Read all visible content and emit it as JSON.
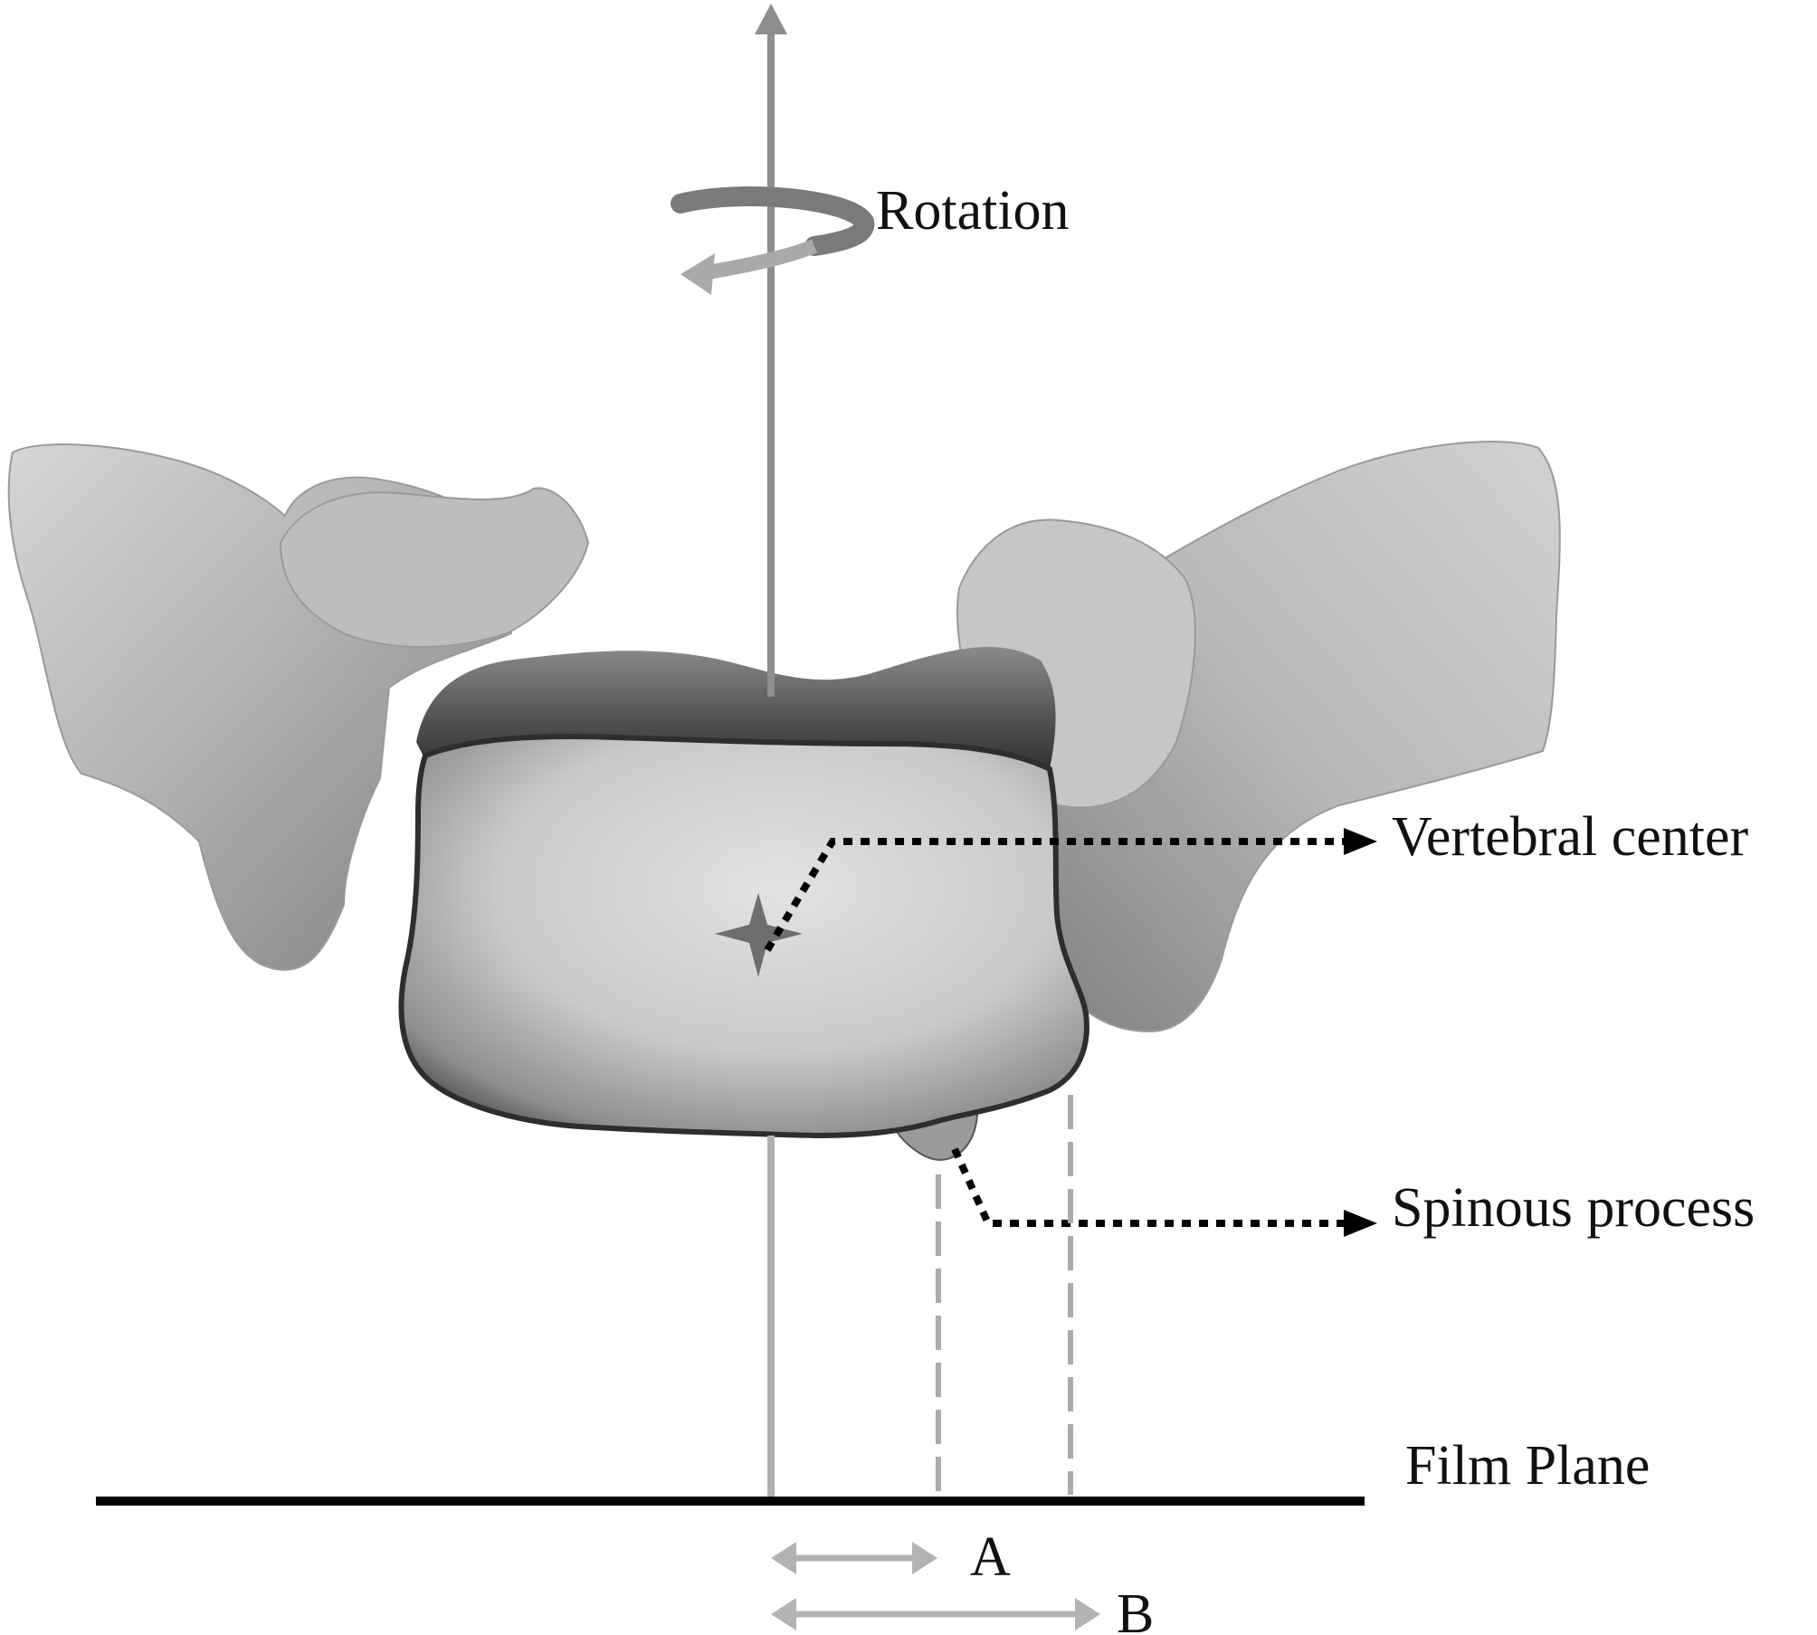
{
  "labels": {
    "rotation": "Rotation",
    "vertebral_center": "Vertebral center",
    "spinous_process": "Spinous process",
    "film_plane": "Film Plane",
    "a": "A",
    "b": "B"
  },
  "colors": {
    "axis": "#8e8e8e",
    "axis_lower": "#b0b0b0",
    "rotation_arrow_dark": "#7a7a7a",
    "rotation_arrow_light": "#a9a9a9",
    "leader": "#000000",
    "film_plane": "#000000",
    "dashed_projection": "#ababab",
    "dimension_arrow": "#b3b3b3",
    "bone_light": "#dcdcdc",
    "bone_mid": "#a8a8a8",
    "bone_dark": "#3c3c3c",
    "center_star": "#6e6e6e"
  }
}
